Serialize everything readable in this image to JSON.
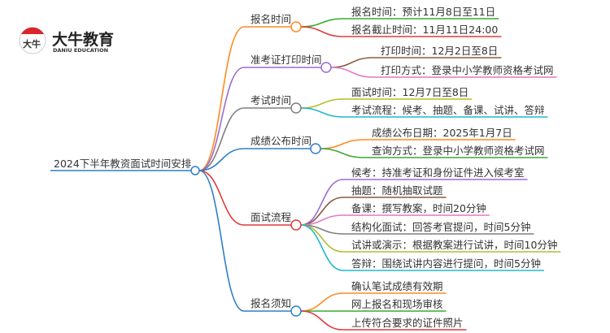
{
  "logo": {
    "cn": "大牛教育",
    "en": "DANIU EDUCATION",
    "mark": "大牛"
  },
  "root": "2024下半年教资面试时间安排",
  "branches": [
    {
      "label": "报名时间",
      "color": "#ff8a1f",
      "children": [
        "报名时间：预计11月8日至11日",
        "报名截止时间：11月11日24:00"
      ]
    },
    {
      "label": "准考证打印时间",
      "color": "#9b6bd1",
      "children": [
        "打印时间：12月2日至8日",
        "打印方式：登录中小学教师资格考试网"
      ]
    },
    {
      "label": "考试时间",
      "color": "#7f7f7f",
      "children": [
        "面试时间：12月7日至8日",
        "考试流程：候考、抽题、备课、试讲、答辩"
      ]
    },
    {
      "label": "成绩公布时间",
      "color": "#2e7fc6",
      "children": [
        "成绩公布日期：2025年1月7日",
        "查询方式：登录中小学教师资格考试网"
      ]
    },
    {
      "label": "面试流程",
      "color": "#e03a3a",
      "children": [
        "候考：持准考证和身份证件进入候考室",
        "抽题：随机抽取试题",
        "备课：撰写教案，时间20分钟",
        "结构化面试：回答考官提问，时间5分钟",
        "试讲或演示：根据教案进行试讲，时间10分钟",
        "答辩：围绕试讲内容进行提问，时间5分钟"
      ]
    },
    {
      "label": "报名须知",
      "color": "#2e7fc6",
      "children": [
        "确认笔试成绩有效期",
        "网上报名和现场审核",
        "上传符合要求的证件照片"
      ]
    }
  ]
}
